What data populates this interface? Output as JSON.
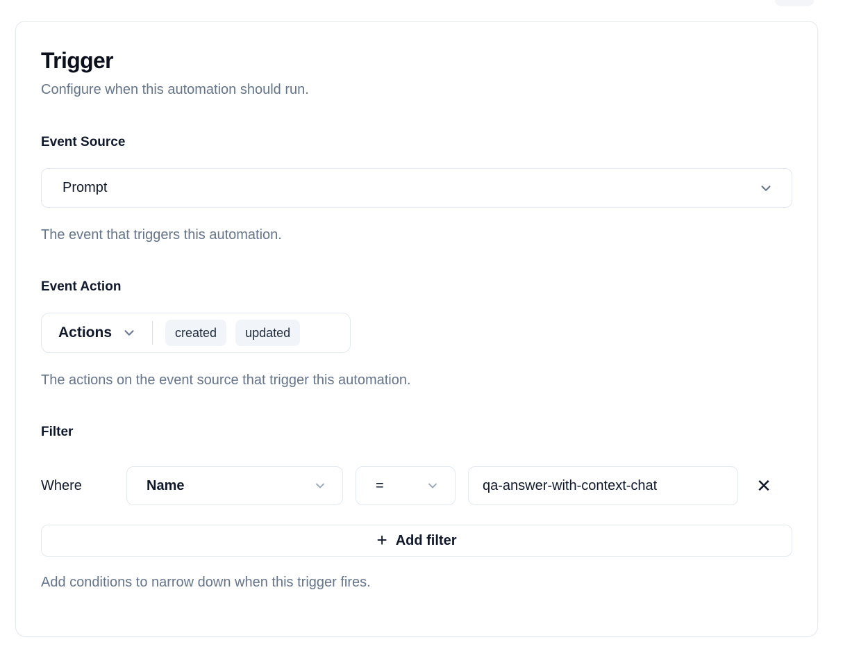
{
  "colors": {
    "border": "#e2e8f0",
    "text_primary": "#0f172a",
    "text_muted": "#64748b",
    "tag_background": "#f1f5f9",
    "divider": "#dbe1ea",
    "card_background": "#ffffff"
  },
  "icons": {
    "chevron_down_icon": "v",
    "plus_icon": "+",
    "close_icon": "✕"
  },
  "trigger_card": {
    "title": "Trigger",
    "subtitle": "Configure when this automation should run.",
    "event_source": {
      "label": "Event Source",
      "selected_value": "Prompt",
      "help_text": "The event that triggers this automation."
    },
    "event_action": {
      "label": "Event Action",
      "dropdown_label": "Actions",
      "tags": [
        "created",
        "updated"
      ],
      "help_text": "The actions on the event source that trigger this automation."
    },
    "filter": {
      "label": "Filter",
      "where_label": "Where",
      "field_selected_value": "Name",
      "operator_selected_value": "=",
      "value": "qa-answer-with-context-chat",
      "add_filter_label": "Add filter",
      "help_text": "Add conditions to narrow down when this trigger fires."
    }
  }
}
